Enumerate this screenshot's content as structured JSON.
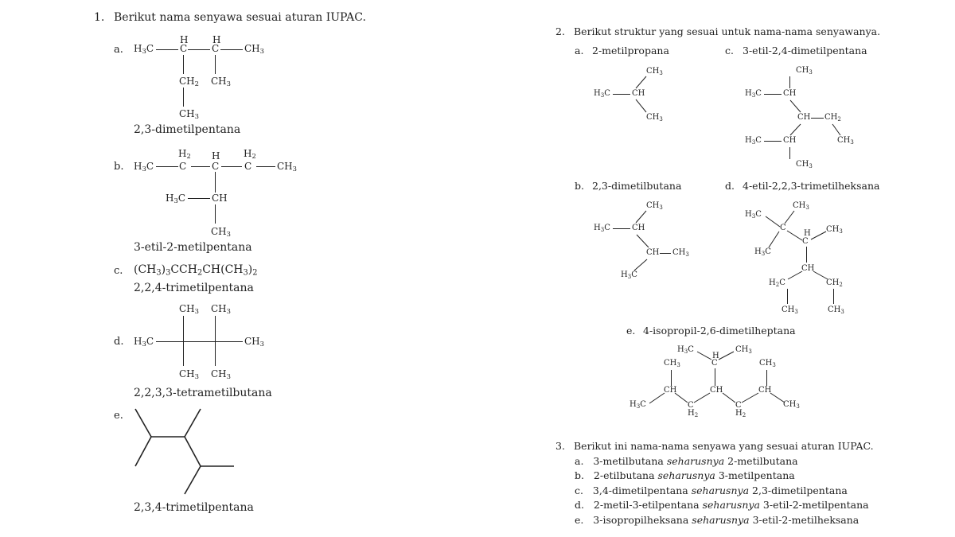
{
  "q1": {
    "number": "1.",
    "title": "Berikut nama senyawa sesuai aturan IUPAC.",
    "a": {
      "letter": "a.",
      "name": "2,3-dimetilpentana"
    },
    "b": {
      "letter": "b.",
      "name": "3-etil-2-metilpentana"
    },
    "c": {
      "letter": "c.",
      "formula": "(CH3)3CCH2CH(CH3)2",
      "name": "2,2,4-trimetilpentana"
    },
    "d": {
      "letter": "d.",
      "name": "2,2,3,3-tetrametilbutana"
    },
    "e": {
      "letter": "e.",
      "name": "2,3,4-trimetilpentana"
    }
  },
  "q2": {
    "number": "2.",
    "title": "Berikut struktur yang sesuai untuk nama-nama senyawanya.",
    "a": {
      "letter": "a.",
      "name": "2-metilpropana"
    },
    "b": {
      "letter": "b.",
      "name": "2,3-dimetilbutana"
    },
    "c": {
      "letter": "c.",
      "name": "3-etil-2,4-dimetilpentana"
    },
    "d": {
      "letter": "d.",
      "name": "4-etil-2,2,3-trimetilheksana"
    },
    "e": {
      "letter": "e.",
      "name": "4-isopropil-2,6-dimetilheptana"
    }
  },
  "q3": {
    "number": "3.",
    "title": "Berikut ini nama-nama senyawa yang sesuai aturan IUPAC.",
    "connector": "seharusnya",
    "items": [
      {
        "letter": "a.",
        "wrong": "3-metilbutana",
        "right": "2-metilbutana"
      },
      {
        "letter": "b.",
        "wrong": "2-etilbutana",
        "right": "3-metilpentana"
      },
      {
        "letter": "c.",
        "wrong": "3,4-dimetilpentana",
        "right": "2,3-dimetilpentana"
      },
      {
        "letter": "d.",
        "wrong": "2-metil-3-etilpentana",
        "right": "3-etil-2-metilpentana"
      },
      {
        "letter": "e.",
        "wrong": "3-isopropilheksana",
        "right": "3-etil-2-metilheksana"
      }
    ]
  }
}
